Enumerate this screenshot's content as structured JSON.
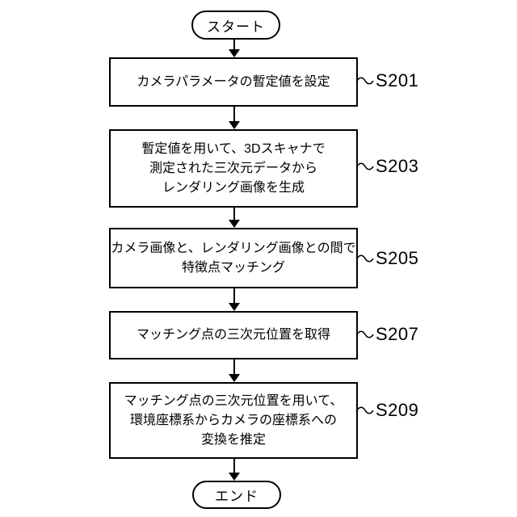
{
  "flowchart": {
    "start_label": "スタート",
    "end_label": "エンド",
    "connector_glyph": "〜",
    "steps": [
      {
        "code": "S201",
        "lines": [
          "カメラパラメータの暫定値を設定"
        ]
      },
      {
        "code": "S203",
        "lines": [
          "暫定値を用いて、3Dスキャナで",
          "測定された三次元データから",
          "レンダリング画像を生成"
        ]
      },
      {
        "code": "S205",
        "lines": [
          "カメラ画像と、レンダリング画像との間で",
          "特徴点マッチング"
        ]
      },
      {
        "code": "S207",
        "lines": [
          "マッチング点の三次元位置を取得"
        ]
      },
      {
        "code": "S209",
        "lines": [
          "マッチング点の三次元位置を用いて、",
          "環境座標系からカメラの座標系への",
          "変換を推定"
        ]
      }
    ],
    "colors": {
      "line": "#000000",
      "fill": "#ffffff",
      "background": "#ffffff"
    }
  }
}
